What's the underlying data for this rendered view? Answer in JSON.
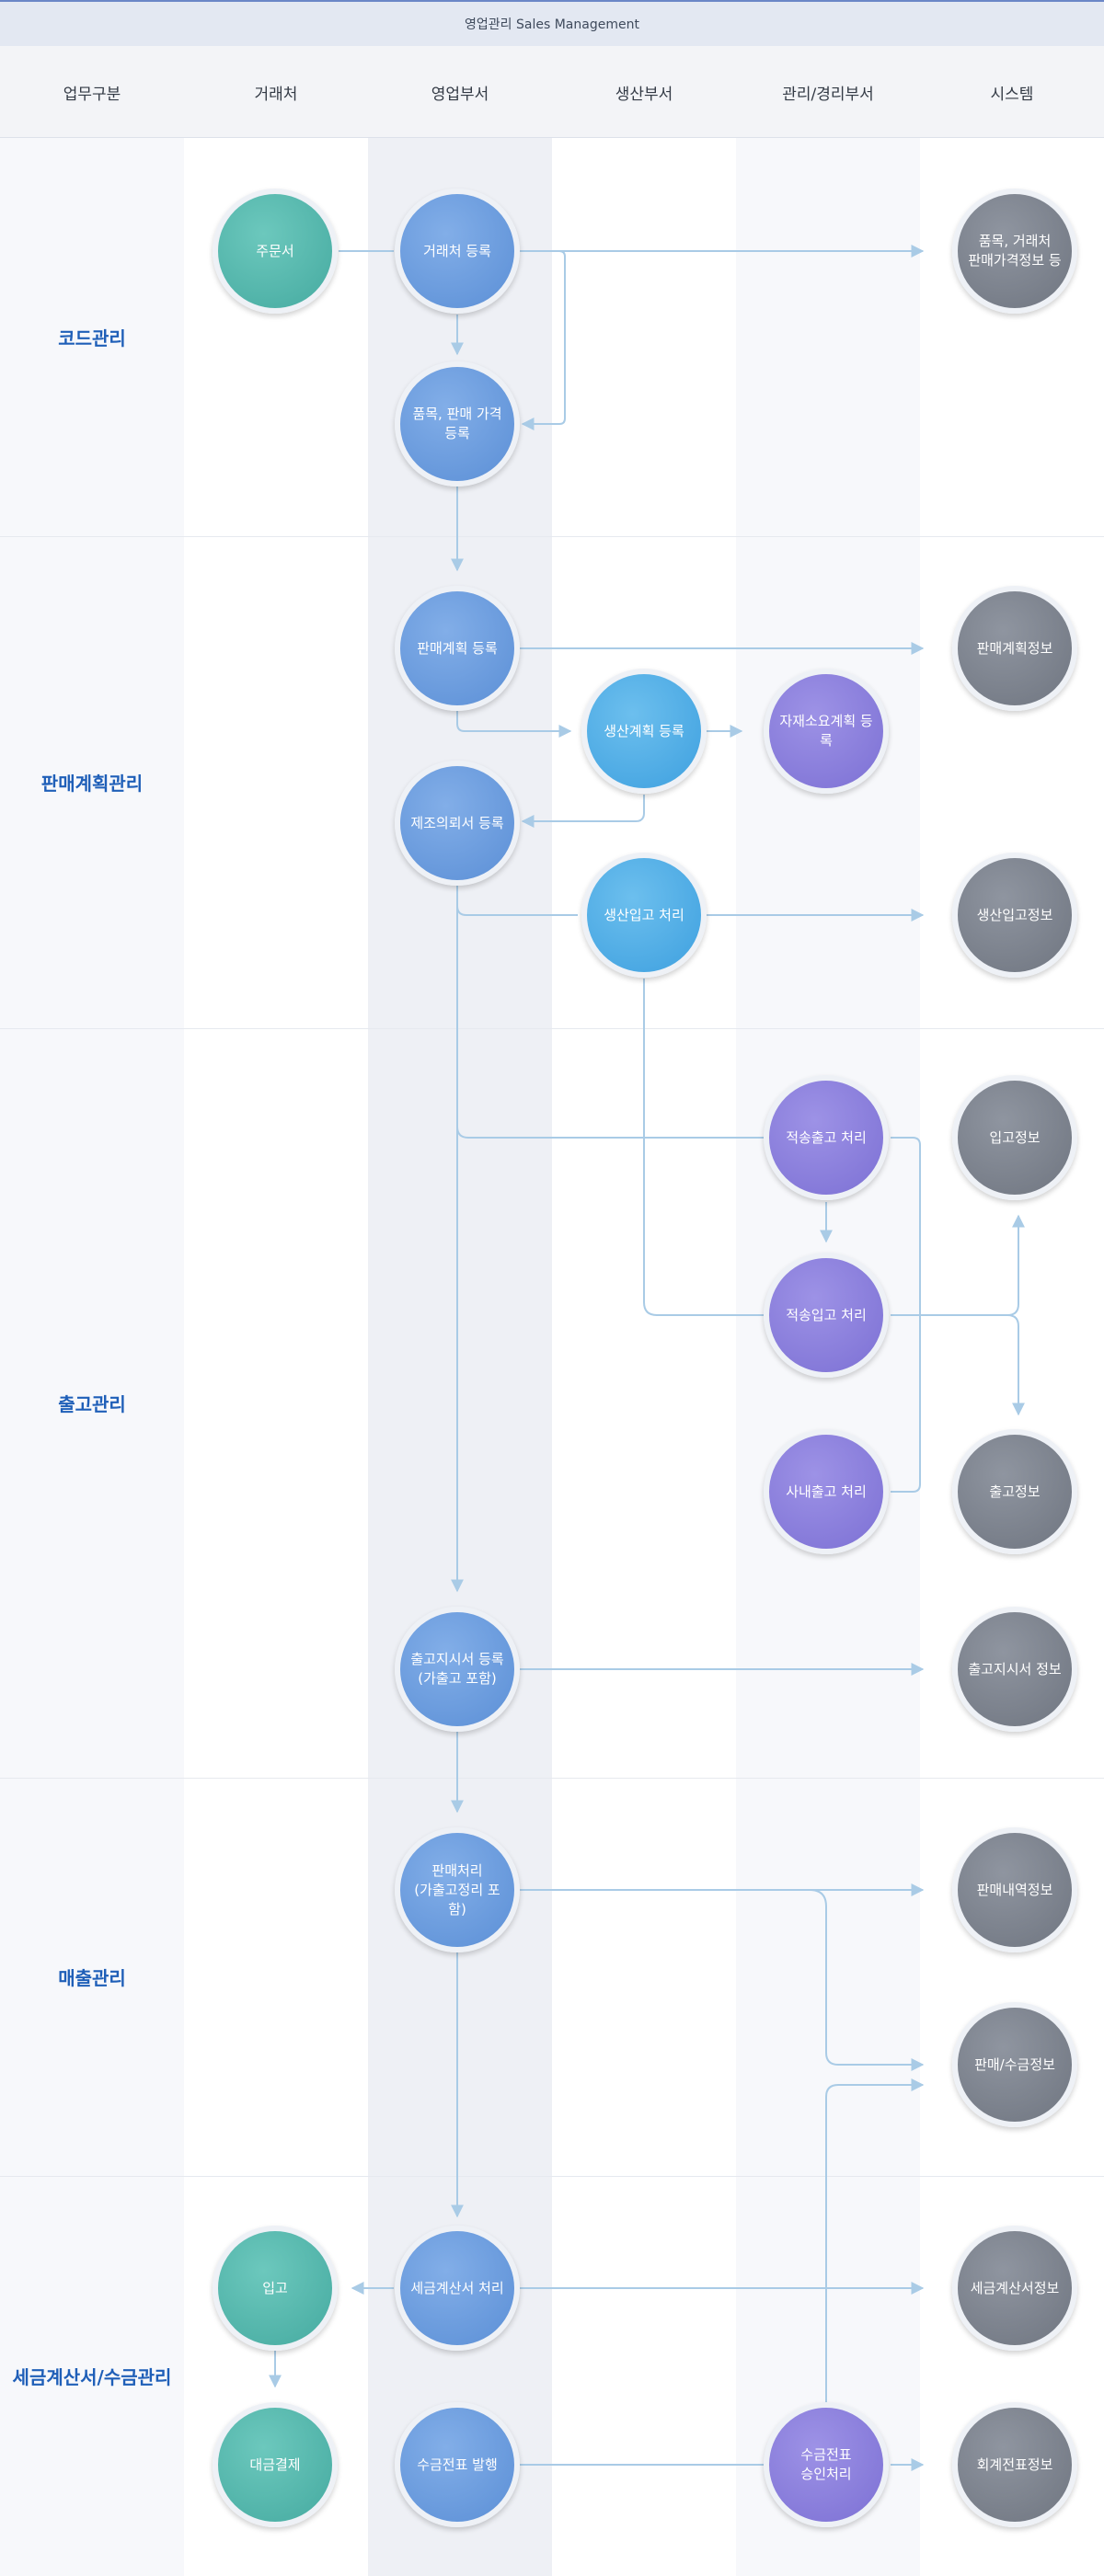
{
  "title": "영업관리 Sales Management",
  "columns": [
    "업무구분",
    "거래처",
    "영업부서",
    "생산부서",
    "관리/경리부서",
    "시스템"
  ],
  "rows": [
    "코드관리",
    "판매계획관리",
    "출고관리",
    "매출관리",
    "세금계산서/수금관리"
  ],
  "nodes": {
    "order_form": "주문서",
    "client_registration": "거래처 등록",
    "item_price_registration": "품목, 판매 가격\n등록",
    "item_client_price_info": "품목, 거래처\n판매가격정보 등",
    "sales_plan_registration": "판매계획 등록",
    "sales_plan_info": "판매계획정보",
    "production_plan_registration": "생산계획 등록",
    "material_requirement_registration": "자재소요계획 등록",
    "manufacturing_request_registration": "제조의뢰서 등록",
    "production_receipt_processing": "생산입고 처리",
    "production_receipt_info": "생산입고정보",
    "transfer_shipment_processing": "적송출고 처리",
    "receipt_info": "입고정보",
    "transfer_receipt_processing": "적송입고 처리",
    "internal_shipment_processing": "사내출고 처리",
    "shipment_info": "출고정보",
    "shipping_order_registration": "출고지시서 등록\n(가출고 포함)",
    "shipping_order_info": "출고지시서 정보",
    "sales_processing": "판매처리\n(가출고정리 포함)",
    "sales_history_info": "판매내역정보",
    "sales_collection_info": "판매/수금정보",
    "receipt_payment": "입고",
    "tax_invoice_processing": "세금계산서 처리",
    "tax_invoice_info": "세금계산서정보",
    "payment_settlement": "대금결제",
    "collection_slip_issue": "수금전표 발행",
    "collection_slip_approval": "수금전표\n승인처리",
    "accounting_slip_info": "회계전표정보"
  },
  "colors": {
    "client": "#4fb3a9",
    "sales_dept": "#6699dd",
    "production_dept": "#49a8e2",
    "management_dept": "#857ad9",
    "system": "#777c86",
    "connector": "#a9cbe6",
    "row_label": "#1f5fb8"
  }
}
